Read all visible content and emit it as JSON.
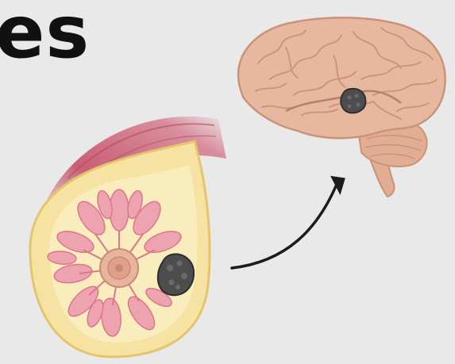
{
  "slide": {
    "title_fragment": "es"
  },
  "illustration": {
    "left_figure": "breast-cross-section-with-tumor",
    "right_figure": "brain-with-metastatic-tumor",
    "connector": "curved-arrow-right",
    "colors": {
      "background": "#e9e9e9",
      "brain": "#e8b79f",
      "brain_outline": "#c99378",
      "tumor": "#4d4d4d",
      "fat_tissue": "#f6e3a3",
      "lobules": "#eea3b0",
      "muscle": "#c8576e",
      "arrow": "#1c1c1c"
    }
  }
}
